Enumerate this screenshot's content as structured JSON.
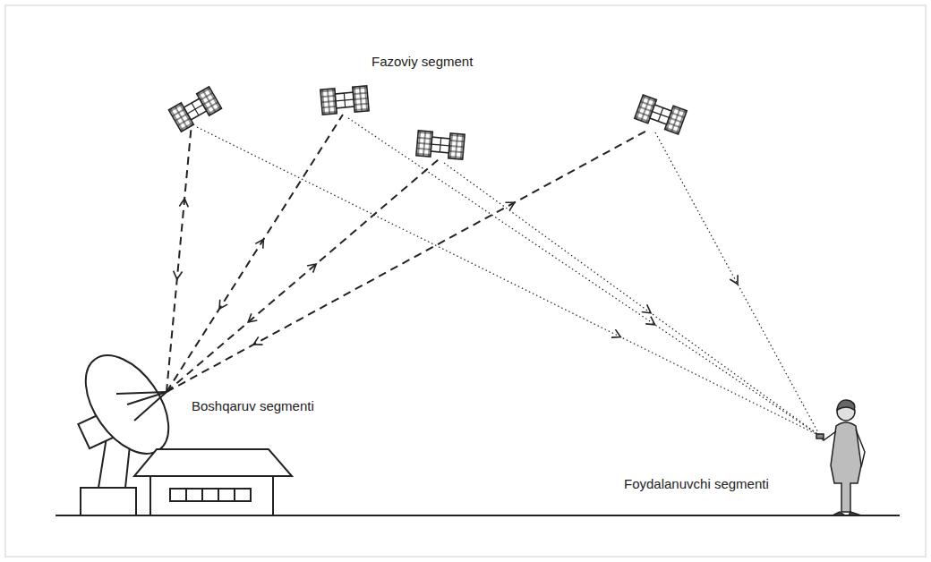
{
  "diagram": {
    "labels": [
      "Fazoviy segment",
      "Boshqaruv segmenti",
      "Foydalanuvchi segmenti"
    ]
  }
}
